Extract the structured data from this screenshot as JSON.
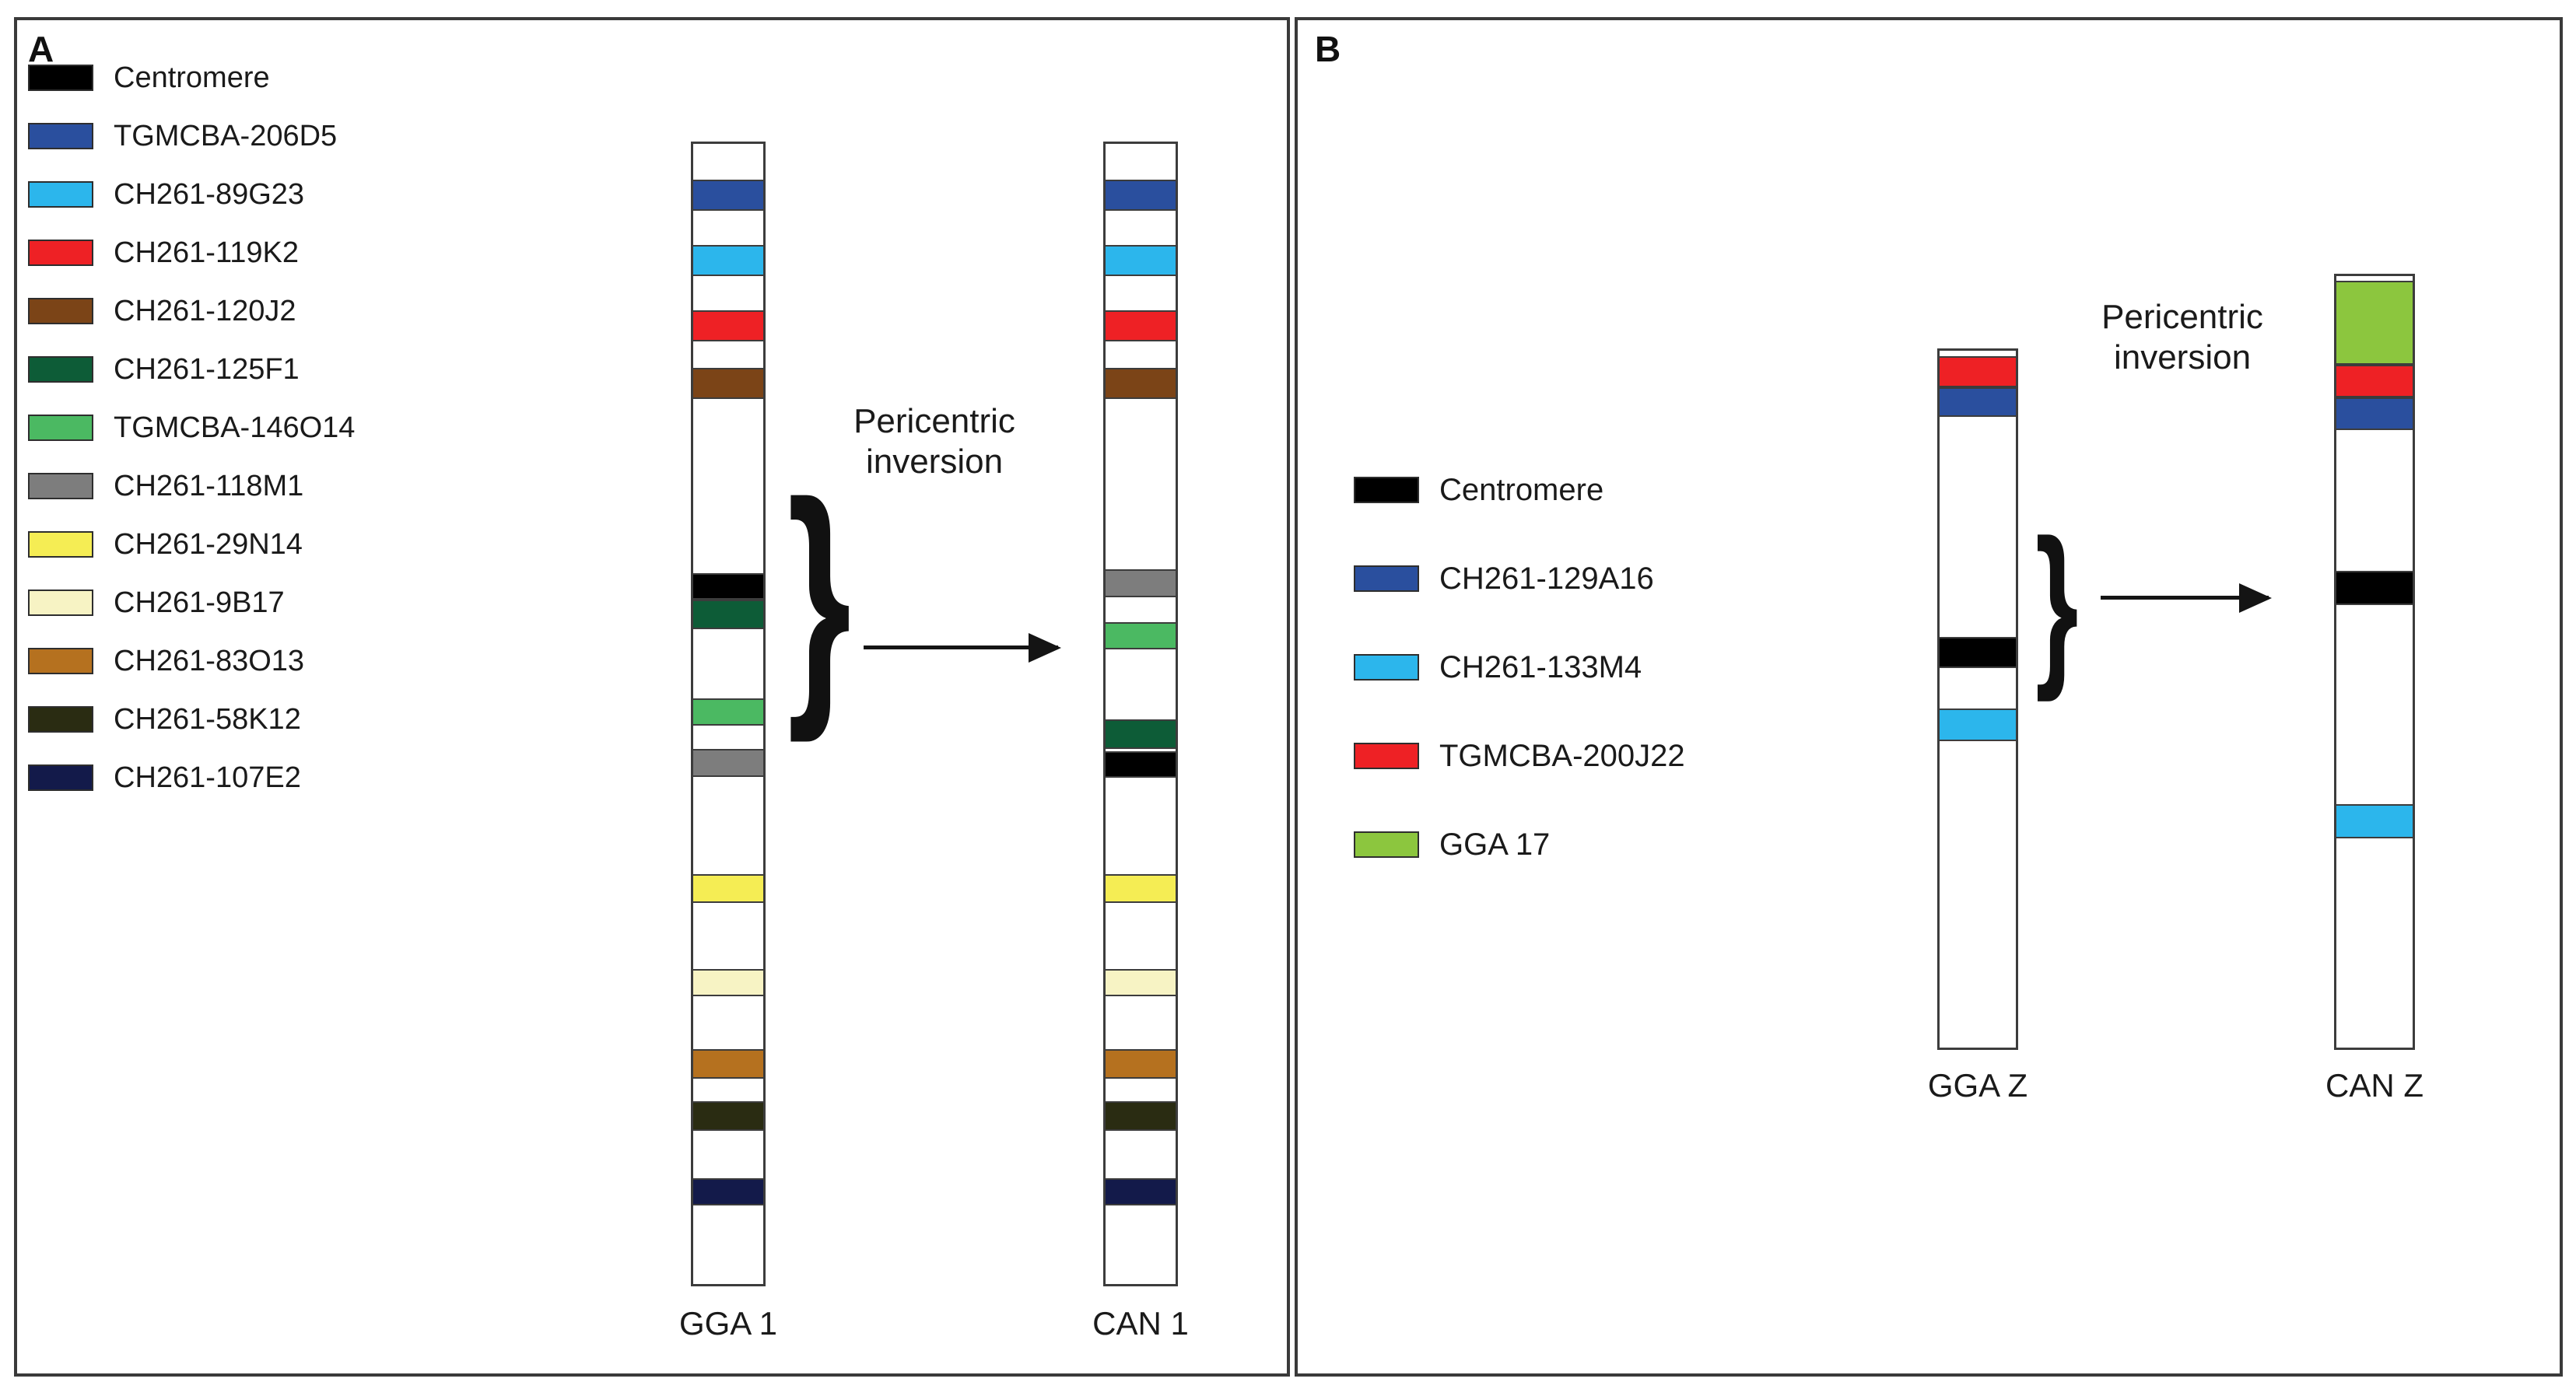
{
  "figure": {
    "panels": [
      {
        "letter": "A",
        "legend": [
          {
            "label": "Centromere",
            "color": "#000000"
          },
          {
            "label": "TGMCBA-206D5",
            "color": "#2a4f9e"
          },
          {
            "label": "CH261-89G23",
            "color": "#2cb6ec"
          },
          {
            "label": "CH261-119K2",
            "color": "#ee2125"
          },
          {
            "label": "CH261-120J2",
            "color": "#7b4417"
          },
          {
            "label": "CH261-125F1",
            "color": "#0d5c37"
          },
          {
            "label": "TGMCBA-146O14",
            "color": "#4bb962"
          },
          {
            "label": "CH261-118M1",
            "color": "#7d7d7d"
          },
          {
            "label": "CH261-29N14",
            "color": "#f5ed54"
          },
          {
            "label": "CH261-9B17",
            "color": "#f7f3c4"
          },
          {
            "label": "CH261-83O13",
            "color": "#b5711f"
          },
          {
            "label": "CH261-58K12",
            "color": "#2a2c12"
          },
          {
            "label": "CH261-107E2",
            "color": "#131a4a"
          }
        ],
        "annotation": "Pericentric\ninversion",
        "chromosomes": [
          {
            "name": "GGA 1",
            "bands": [
              {
                "probe": "TGMCBA-206D5",
                "color": "#2a4f9e",
                "top_pct": 4.6,
                "height_pct": 4.0
              },
              {
                "probe": "CH261-89G23",
                "color": "#2cb6ec",
                "top_pct": 13.0,
                "height_pct": 4.0
              },
              {
                "probe": "CH261-119K2",
                "color": "#ee2125",
                "top_pct": 21.4,
                "height_pct": 4.0
              },
              {
                "probe": "CH261-120J2",
                "color": "#7b4417",
                "top_pct": 28.8,
                "height_pct": 4.0
              },
              {
                "probe": "Centromere",
                "color": "#000000",
                "top_pct": 55.1,
                "height_pct": 3.4
              },
              {
                "probe": "CH261-125F1",
                "color": "#0d5c37",
                "top_pct": 58.5,
                "height_pct": 3.8
              },
              {
                "probe": "TGMCBA-146O14",
                "color": "#4bb962",
                "top_pct": 71.2,
                "height_pct": 3.5
              },
              {
                "probe": "CH261-118M1",
                "color": "#7d7d7d",
                "top_pct": 77.7,
                "height_pct": 3.6
              },
              {
                "probe": "CH261-29N14",
                "color": "#f5ed54",
                "top_pct": 93.8,
                "height_pct": 3.7
              },
              {
                "probe": "CH261-9B17",
                "color": "#f7f3c4",
                "top_pct": 106.0,
                "height_pct": 3.5
              },
              {
                "probe": "CH261-83O13",
                "color": "#b5711f",
                "top_pct": 116.2,
                "height_pct": 3.8
              },
              {
                "probe": "CH261-58K12",
                "color": "#2a2c12",
                "top_pct": 122.9,
                "height_pct": 3.8
              },
              {
                "probe": "CH261-107E2",
                "color": "#131a4a",
                "top_pct": 132.8,
                "height_pct": 3.5
              }
            ]
          },
          {
            "name": "CAN 1",
            "bands": [
              {
                "probe": "TGMCBA-206D5",
                "color": "#2a4f9e",
                "top_pct": 4.6,
                "height_pct": 4.0
              },
              {
                "probe": "CH261-89G23",
                "color": "#2cb6ec",
                "top_pct": 13.0,
                "height_pct": 4.0
              },
              {
                "probe": "CH261-119K2",
                "color": "#ee2125",
                "top_pct": 21.4,
                "height_pct": 4.0
              },
              {
                "probe": "CH261-120J2",
                "color": "#7b4417",
                "top_pct": 28.8,
                "height_pct": 4.0
              },
              {
                "probe": "CH261-118M1",
                "color": "#7d7d7d",
                "top_pct": 54.6,
                "height_pct": 3.6
              },
              {
                "probe": "TGMCBA-146O14",
                "color": "#4bb962",
                "top_pct": 61.4,
                "height_pct": 3.5
              },
              {
                "probe": "CH261-125F1",
                "color": "#0d5c37",
                "top_pct": 73.9,
                "height_pct": 3.8
              },
              {
                "probe": "Centromere",
                "color": "#000000",
                "top_pct": 78.0,
                "height_pct": 3.4
              },
              {
                "probe": "CH261-29N14",
                "color": "#f5ed54",
                "top_pct": 93.8,
                "height_pct": 3.7
              },
              {
                "probe": "CH261-9B17",
                "color": "#f7f3c4",
                "top_pct": 106.0,
                "height_pct": 3.5
              },
              {
                "probe": "CH261-83O13",
                "color": "#b5711f",
                "top_pct": 116.2,
                "height_pct": 3.8
              },
              {
                "probe": "CH261-58K12",
                "color": "#2a2c12",
                "top_pct": 122.9,
                "height_pct": 3.8
              },
              {
                "probe": "CH261-107E2",
                "color": "#131a4a",
                "top_pct": 132.8,
                "height_pct": 3.5
              }
            ]
          }
        ]
      },
      {
        "letter": "B",
        "legend": [
          {
            "label": "Centromere",
            "color": "#000000"
          },
          {
            "label": "CH261-129A16",
            "color": "#2a4f9e"
          },
          {
            "label": "CH261-133M4",
            "color": "#2cb6ec"
          },
          {
            "label": "TGMCBA-200J22",
            "color": "#ee2125"
          },
          {
            "label": "GGA 17",
            "color": "#8cc63e"
          }
        ],
        "annotation": "Pericentric\ninversion",
        "chromosomes": [
          {
            "name": "GGA Z",
            "bands": [
              {
                "probe": "TGMCBA-200J22",
                "color": "#ee2125",
                "top_pct": 0.8,
                "height_pct": 4.4
              },
              {
                "probe": "CH261-129A16",
                "color": "#2a4f9e",
                "top_pct": 5.2,
                "height_pct": 4.2
              },
              {
                "probe": "Centromere",
                "color": "#000000",
                "top_pct": 40.8,
                "height_pct": 4.4
              },
              {
                "probe": "CH261-133M4",
                "color": "#2cb6ec",
                "top_pct": 51.0,
                "height_pct": 4.6
              }
            ]
          },
          {
            "name": "CAN Z",
            "bands": [
              {
                "probe": "GGA 17",
                "color": "#8cc63e",
                "top_pct": 0.6,
                "height_pct": 10.8
              },
              {
                "probe": "TGMCBA-200J22",
                "color": "#ee2125",
                "top_pct": 11.4,
                "height_pct": 4.2
              },
              {
                "probe": "CH261-129A16",
                "color": "#2a4f9e",
                "top_pct": 15.6,
                "height_pct": 4.2
              },
              {
                "probe": "Centromere",
                "color": "#000000",
                "top_pct": 38.0,
                "height_pct": 4.4
              },
              {
                "probe": "CH261-133M4",
                "color": "#2cb6ec",
                "top_pct": 68.0,
                "height_pct": 4.4
              }
            ]
          }
        ]
      }
    ]
  }
}
